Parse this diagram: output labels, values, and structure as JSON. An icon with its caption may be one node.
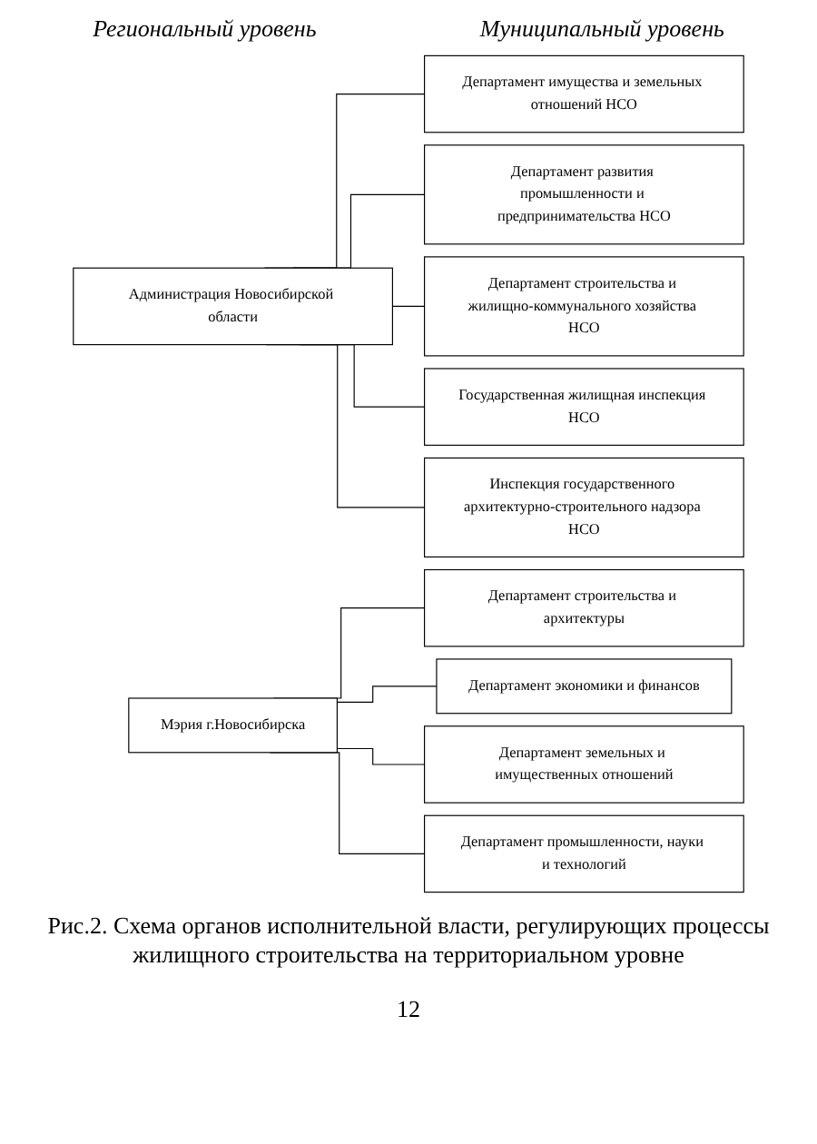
{
  "diagram": {
    "caption": "Рис.2. Схема органов исполнительной власти, регулирующих процессы жилищного строительства на территориальном уровне",
    "nodes": [
      {
        "text": [
          "Администрация Новосибирской области"
        ]
      },
      {
        "text": [
          "Департамент имущества и земельных отношений НСО"
        ]
      },
      {
        "text": [
          "Департамент развития промышленности и предпринимательства НСО"
        ]
      },
      {
        "text": [
          "Департамент строительства и жилищно-коммунального хозяйства НСО"
        ]
      },
      {
        "text": [
          "Государственная жилищная инспекция НСО"
        ]
      },
      {
        "text": [
          "Инспекция государственного архитектурно-строительного надзора НСО"
        ]
      },
      {
        "text": [
          "Мэрия г.Новосибирска"
        ]
      },
      {
        "text": [
          "Департамент строительства и архитектуры"
        ]
      },
      {
        "text": [
          "Департамент экономики и финансов"
        ]
      },
      {
        "text": [
          "Департамент земельных и имущественных отношений"
        ]
      },
      {
        "text": [
          "Департамент промышленности, науки и технологий"
        ]
      }
    ],
    "edges": [
      {
        "from": 0,
        "to": 1,
        "arrow": "none"
      },
      {
        "from": 0,
        "to": 2,
        "arrow": "none"
      },
      {
        "from": 0,
        "to": 3,
        "arrow": "none"
      },
      {
        "from": 0,
        "to": 4,
        "arrow": "none"
      },
      {
        "from": 0,
        "to": 5,
        "arrow": "none"
      },
      {
        "from": 6,
        "to": 7,
        "arrow": "none"
      },
      {
        "from": 6,
        "to": 8,
        "arrow": "none"
      },
      {
        "from": 6,
        "to": 9,
        "arrow": "none"
      },
      {
        "from": 6,
        "to": 10,
        "arrow": "none"
      }
    ],
    "labels": [
      "Региональный уровень",
      "Муниципальный уровень",
      "12"
    ]
  }
}
